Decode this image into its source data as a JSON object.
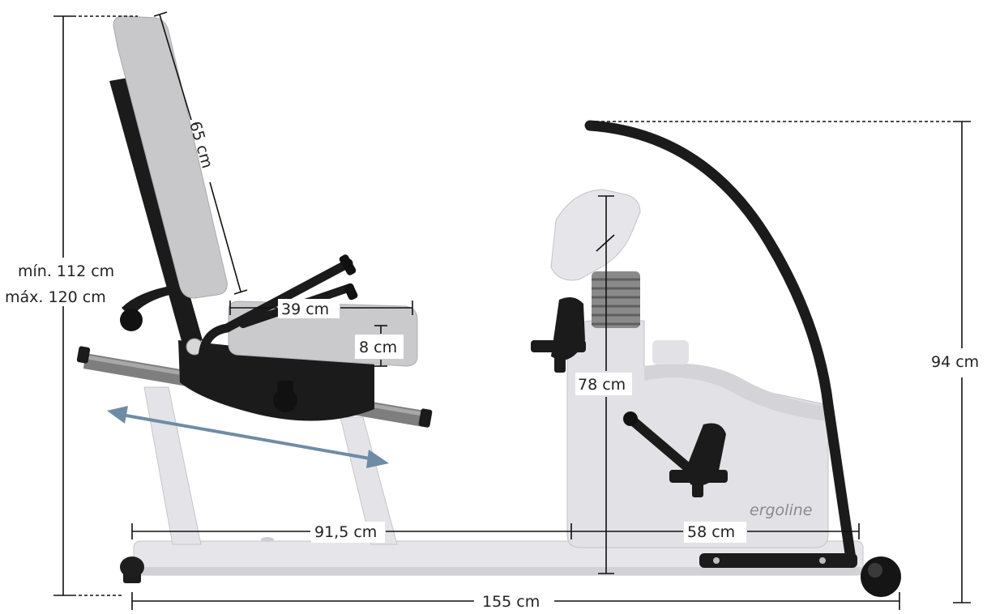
{
  "diagram": {
    "brand": "ergoline",
    "colors": {
      "frame_light": "#e4e4e8",
      "frame_dark": "#1b1b1b",
      "seat_grey": "#c9c9cc",
      "rail_metal": "#7e7e7e",
      "arrow_blue": "#6f8ca6",
      "text": "#222222"
    },
    "dimensions": {
      "total_height_min": "mín. 112 cm",
      "total_height_max": "máx. 120 cm",
      "backrest_length": "65 cm",
      "seat_length": "39 cm",
      "seat_thickness": "8 cm",
      "console_height": "78 cm",
      "handlebar_height": "94 cm",
      "seat_to_pedal": "91,5 cm",
      "pedal_to_rear": "58 cm",
      "total_length": "155 cm"
    },
    "seat_adjustment": "double-headed-arrow"
  }
}
